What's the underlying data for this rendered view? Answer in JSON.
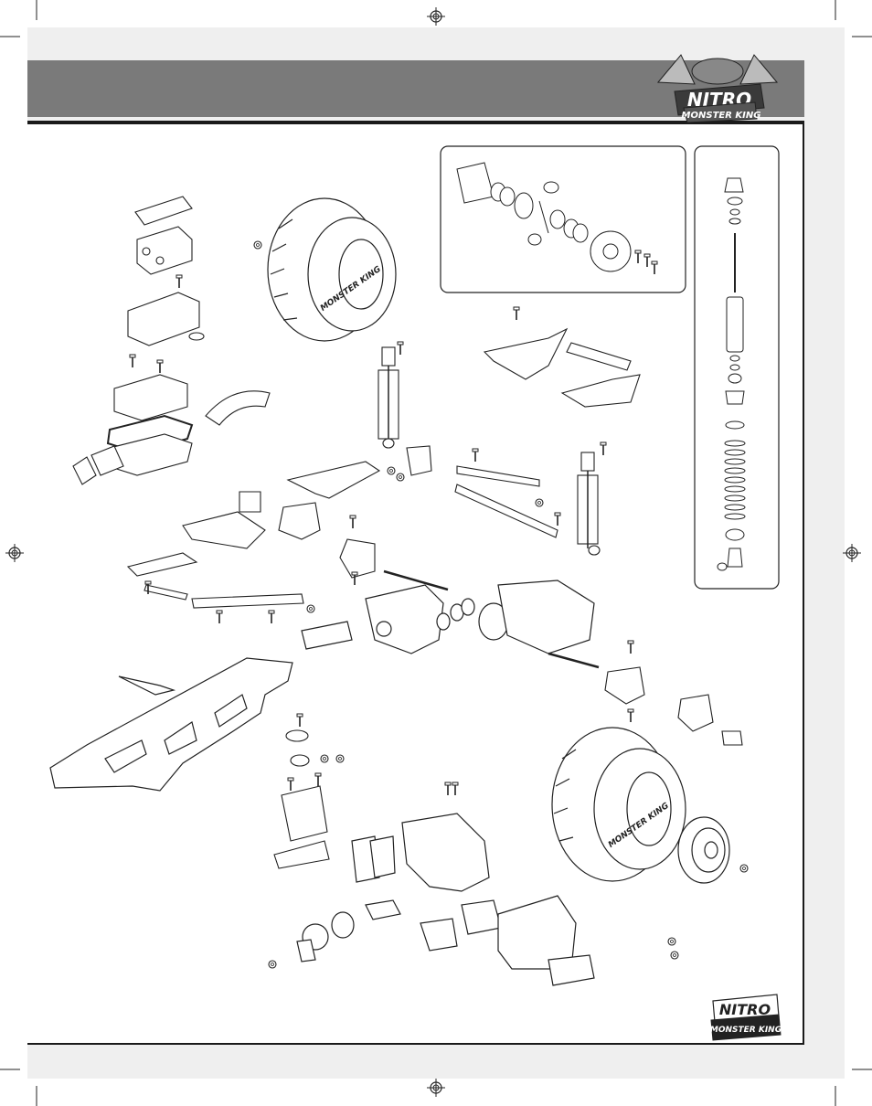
{
  "brand": {
    "logo_top_line": "NITRO",
    "logo_bottom_line": "MONSTER KING"
  },
  "tire_sidewall_text": "MONSTER KING",
  "colors": {
    "page_gray": "#efefef",
    "header_band": "#7a7a7a",
    "rule": "#1a1a1a",
    "line_art": "#222222"
  },
  "icons": [
    "registration-mark-icon",
    "crop-mark-icon"
  ]
}
